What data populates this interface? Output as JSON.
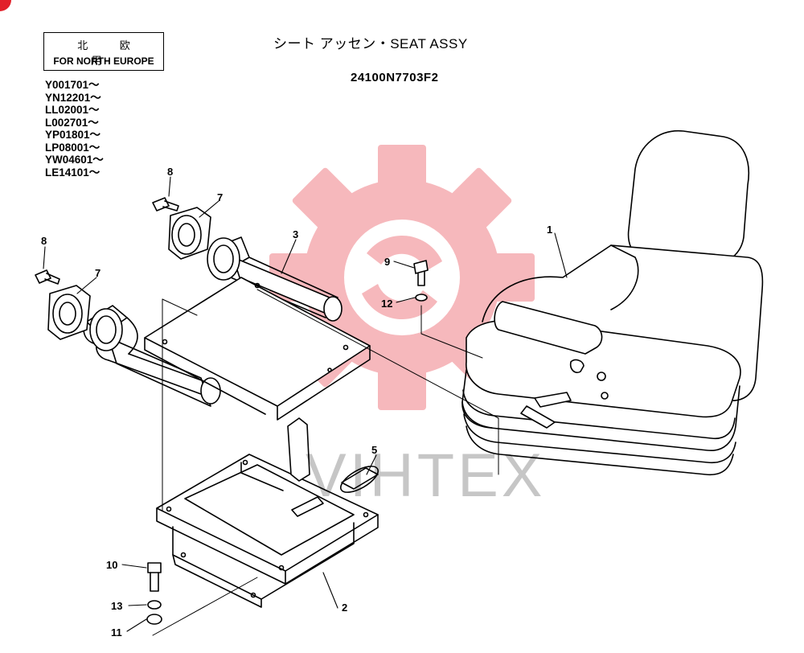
{
  "header": {
    "region_jp": "北 欧 用",
    "region_en": "FOR NORTH EUROPE",
    "title": "シート アッセン・SEAT ASSY",
    "part_number": "24100N7703F2"
  },
  "serial_ranges": [
    "Y001701〜",
    "YN12201〜",
    "LL02001〜",
    "L002701〜",
    "YP01801〜",
    "LP08001〜",
    "YW04601〜",
    "LE14101〜"
  ],
  "callouts": {
    "seat": "1",
    "lower_bracket": "2",
    "slide_rail_right": "3",
    "grommet": "5",
    "rail_cap_right": "7",
    "rail_cap_left": "7",
    "bolt_right": "8",
    "bolt_left": "8",
    "seat_bolt": "9",
    "base_bolt": "10",
    "base_nut": "11",
    "seat_washer": "12",
    "base_washer": "13"
  },
  "watermark_text": "VIHTEX",
  "colors": {
    "line": "#000000",
    "gear_watermark": "#f07f86",
    "corner_mark": "#e2202a"
  }
}
